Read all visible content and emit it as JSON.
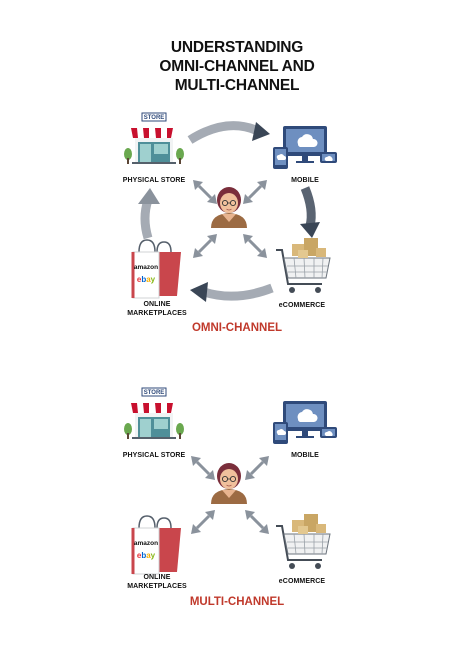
{
  "title": {
    "lines": [
      "UNDERSTANDING",
      "OMNI-CHANNEL AND",
      "MULTI-CHANNEL"
    ]
  },
  "store_sign_text": "STORE",
  "logos": {
    "amazon": "amazon",
    "ebay": [
      "e",
      "b",
      "a",
      "y"
    ]
  },
  "colors": {
    "title": "#111111",
    "diagram_title": "#c0392b",
    "arrow_gray": "#8a929c",
    "arrow_dark": "#3a4656",
    "awning_red": "#c8102e",
    "store_teal": "#5ea9a6",
    "device_navy": "#2f4a7a",
    "bag_red": "#c9464c"
  },
  "omni": {
    "title": "OMNI-CHANNEL",
    "physical_store": "PHYSICAL STORE",
    "mobile": "MOBILE",
    "marketplaces": [
      "ONLINE",
      "MARKETPLACES"
    ],
    "ecommerce": "eCOMMERCE"
  },
  "multi": {
    "title": "MULTI-CHANNEL",
    "physical_store": "PHYSICAL STORE",
    "mobile": "MOBILE",
    "marketplaces": [
      "ONLINE",
      "MARKETPLACES"
    ],
    "ecommerce": "eCOMMERCE"
  }
}
